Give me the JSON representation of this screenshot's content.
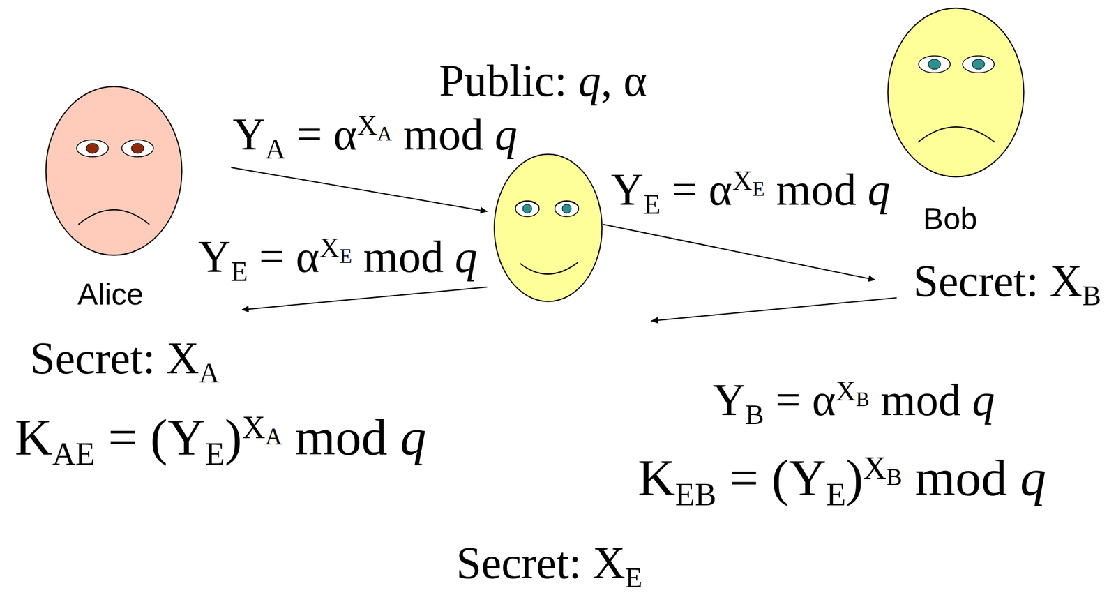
{
  "diagram": {
    "nodes": [
      {
        "text": [
          "Alice"
        ]
      },
      {
        "text": [
          "Secret: XE"
        ]
      },
      {
        "text": [
          "Bob"
        ]
      }
    ],
    "edges": [
      {
        "from": 0,
        "to": 1,
        "arrow": "to",
        "label": "YA = αXA mod q"
      },
      {
        "from": 1,
        "to": 0,
        "arrow": "to",
        "label": "YE = αXE mod q"
      },
      {
        "from": 1,
        "to": 2,
        "arrow": "to",
        "label": "YE = αXE mod q"
      },
      {
        "from": 2,
        "to": 1,
        "arrow": "to",
        "label": "YB = αXB mod q"
      }
    ],
    "labels": [
      "Public: q, α",
      "Secret: XA",
      "KAE = (YE)XA mod q",
      "Secret: XB",
      "KEB = (YE)XB mod q"
    ]
  }
}
